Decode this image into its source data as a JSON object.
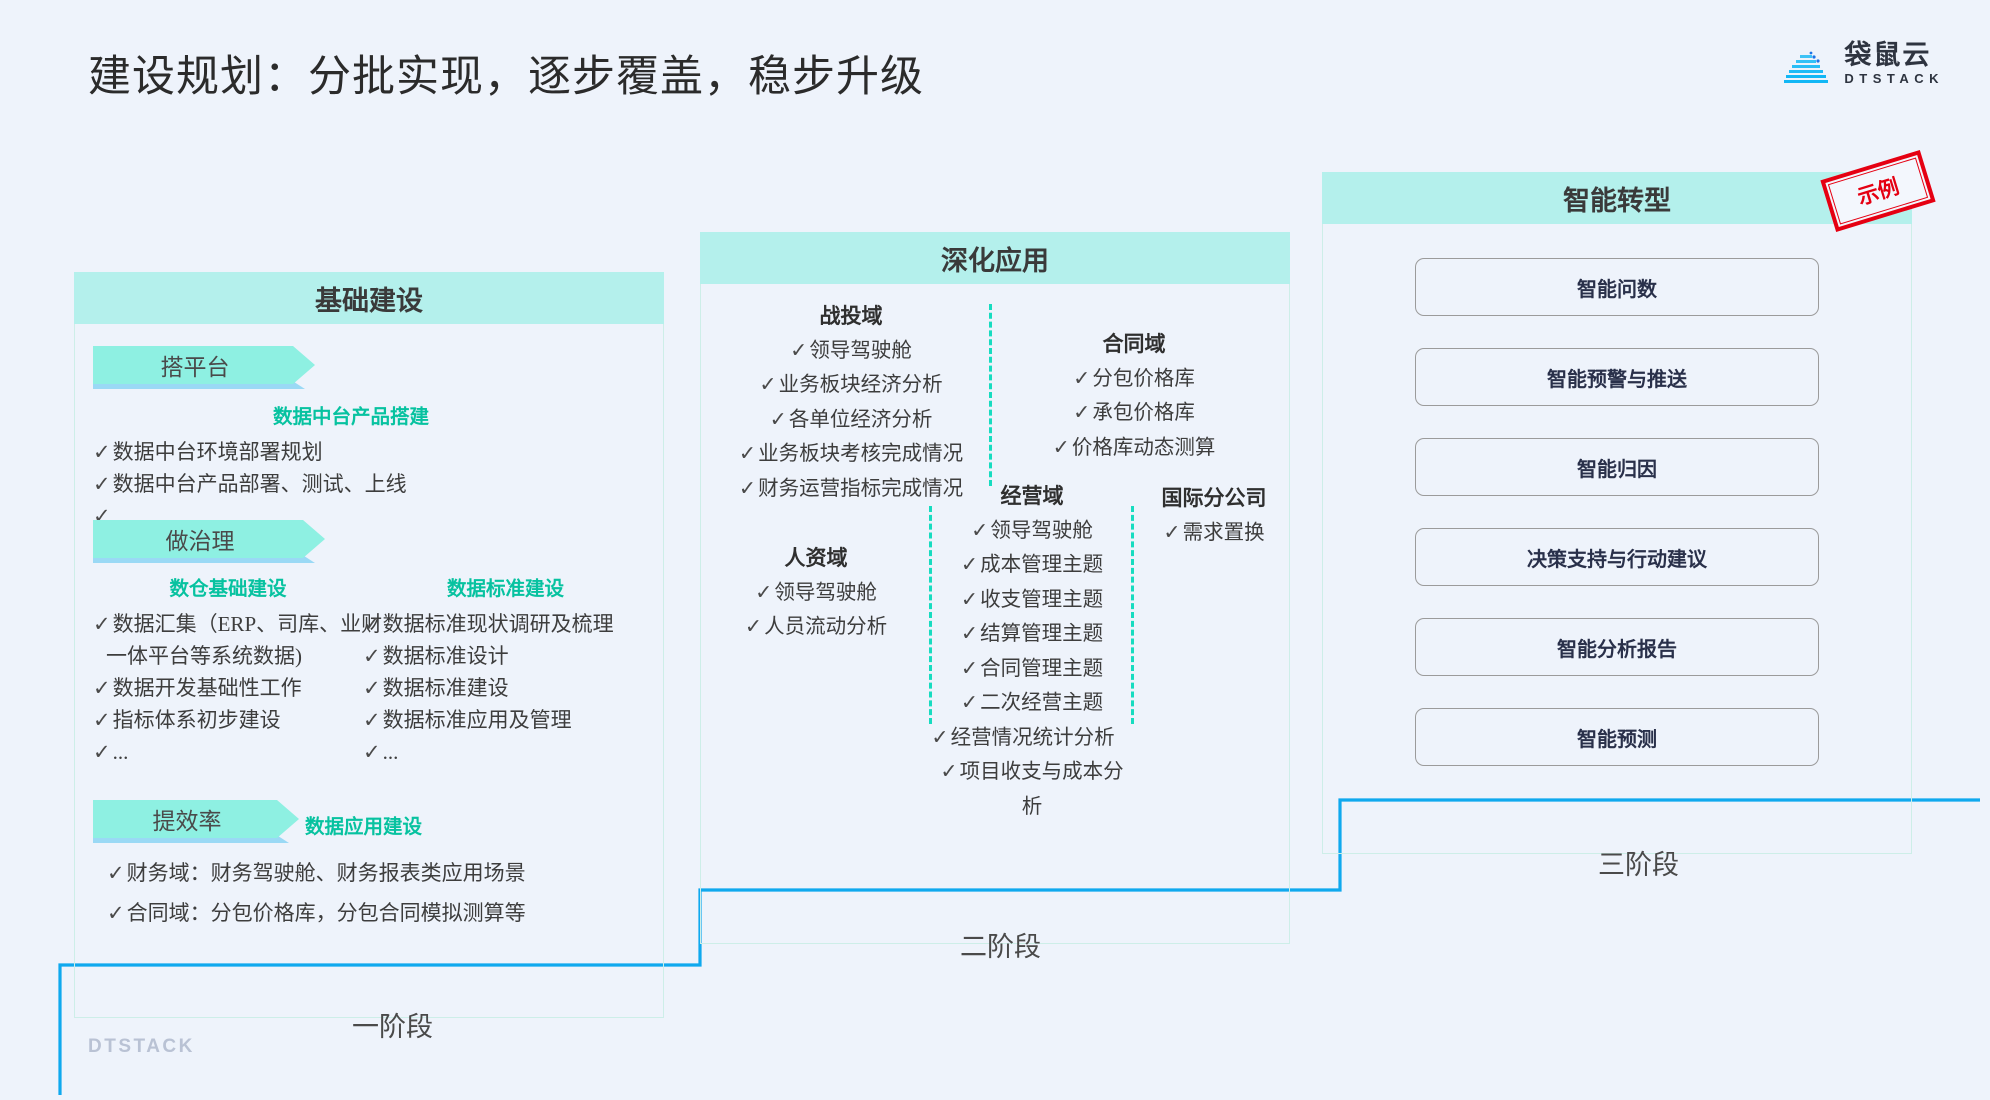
{
  "header": {
    "title": "建设规划：分批实现，逐步覆盖，稳步升级",
    "brand_cn": "袋鼠云",
    "brand_en": "DTSTACK",
    "logo_icon": "kangaroo-cloud-logo-icon"
  },
  "footer": {
    "logo_text": "DTSTACK"
  },
  "stages": [
    {
      "id": "stage-1",
      "label": "一阶段"
    },
    {
      "id": "stage-2",
      "label": "二阶段"
    },
    {
      "id": "stage-3",
      "label": "三阶段"
    }
  ],
  "phase1": {
    "title": "基础建设",
    "groups": [
      {
        "chevron": "搭平台",
        "sub_title": "数据中台产品搭建",
        "columns": [
          {
            "items": [
              "数据中台环境部署规划",
              "数据中台产品部署、测试、上线",
              "..."
            ]
          }
        ]
      },
      {
        "chevron": "做治理",
        "columns": [
          {
            "sub_title": "数仓基础建设",
            "items": [
              "数据汇集（ERP、司库、业财",
              "一体平台等系统数据)",
              "数据开发基础性工作",
              "指标体系初步建设",
              "..."
            ],
            "no_tick_lines": [
              1
            ]
          },
          {
            "sub_title": "数据标准建设",
            "items": [
              "数据标准现状调研及梳理",
              "数据标准设计",
              "数据标准建设",
              "数据标准应用及管理",
              "..."
            ]
          }
        ]
      },
      {
        "chevron": "提效率",
        "sub_title": "数据应用建设",
        "columns": [
          {
            "items": [
              "财务域：财务驾驶舱、财务报表类应用场景",
              "合同域：分包价格库，分包合同模拟测算等"
            ]
          }
        ]
      }
    ]
  },
  "phase2": {
    "title": "深化应用",
    "domains": [
      {
        "name": "战投域",
        "items": [
          "领导驾驶舱",
          "业务板块经济分析",
          "各单位经济分析",
          "业务板块考核完成情况",
          "财务运营指标完成情况"
        ]
      },
      {
        "name": "合同域",
        "items": [
          "分包价格库",
          "承包价格库",
          "价格库动态测算"
        ]
      },
      {
        "name": "人资域",
        "items": [
          "领导驾驶舱",
          "人员流动分析"
        ]
      },
      {
        "name": "经营域",
        "items": [
          "领导驾驶舱",
          "成本管理主题",
          "收支管理主题",
          "结算管理主题",
          "合同管理主题",
          "二次经营主题",
          "经营情况统计分析",
          "项目收支与成本分析"
        ]
      },
      {
        "name": "国际分公司",
        "items": [
          "需求置换"
        ]
      }
    ]
  },
  "phase3": {
    "title": "智能转型",
    "stamp": "示例",
    "cards": [
      "智能问数",
      "智能预警与推送",
      "智能归因",
      "决策支持与行动建议",
      "智能分析报告",
      "智能预测"
    ]
  },
  "colors": {
    "background": "#eef3fb",
    "panel_header": "#b4f0ec",
    "chevron": "#8ef0e2",
    "chevron_shadow": "#9ad9f5",
    "accent_teal": "#07c2a0",
    "stair_line": "#0fa9ee",
    "dash_divider": "#17dcc0",
    "stamp_red": "#e50012"
  }
}
